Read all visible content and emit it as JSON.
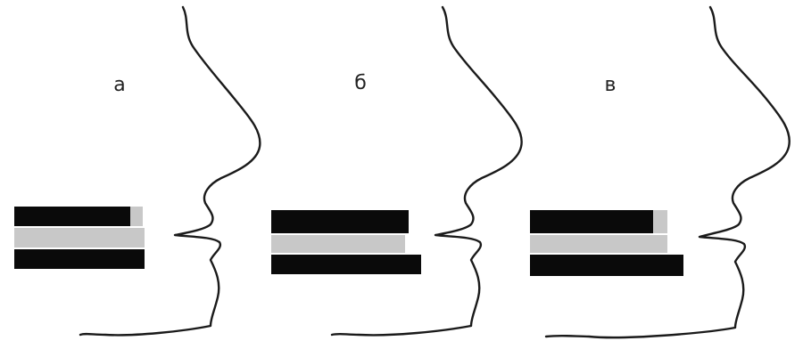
{
  "panels": [
    {
      "label": "а",
      "label_x": 134
    },
    {
      "label": "б",
      "label_x": 404
    },
    {
      "label": "в",
      "label_x": 684
    }
  ],
  "colors": {
    "dark_band": "#0a0a0a",
    "light_band": "#c8c8c8",
    "outline": "#1a1a1a",
    "background": "#ffffff"
  }
}
